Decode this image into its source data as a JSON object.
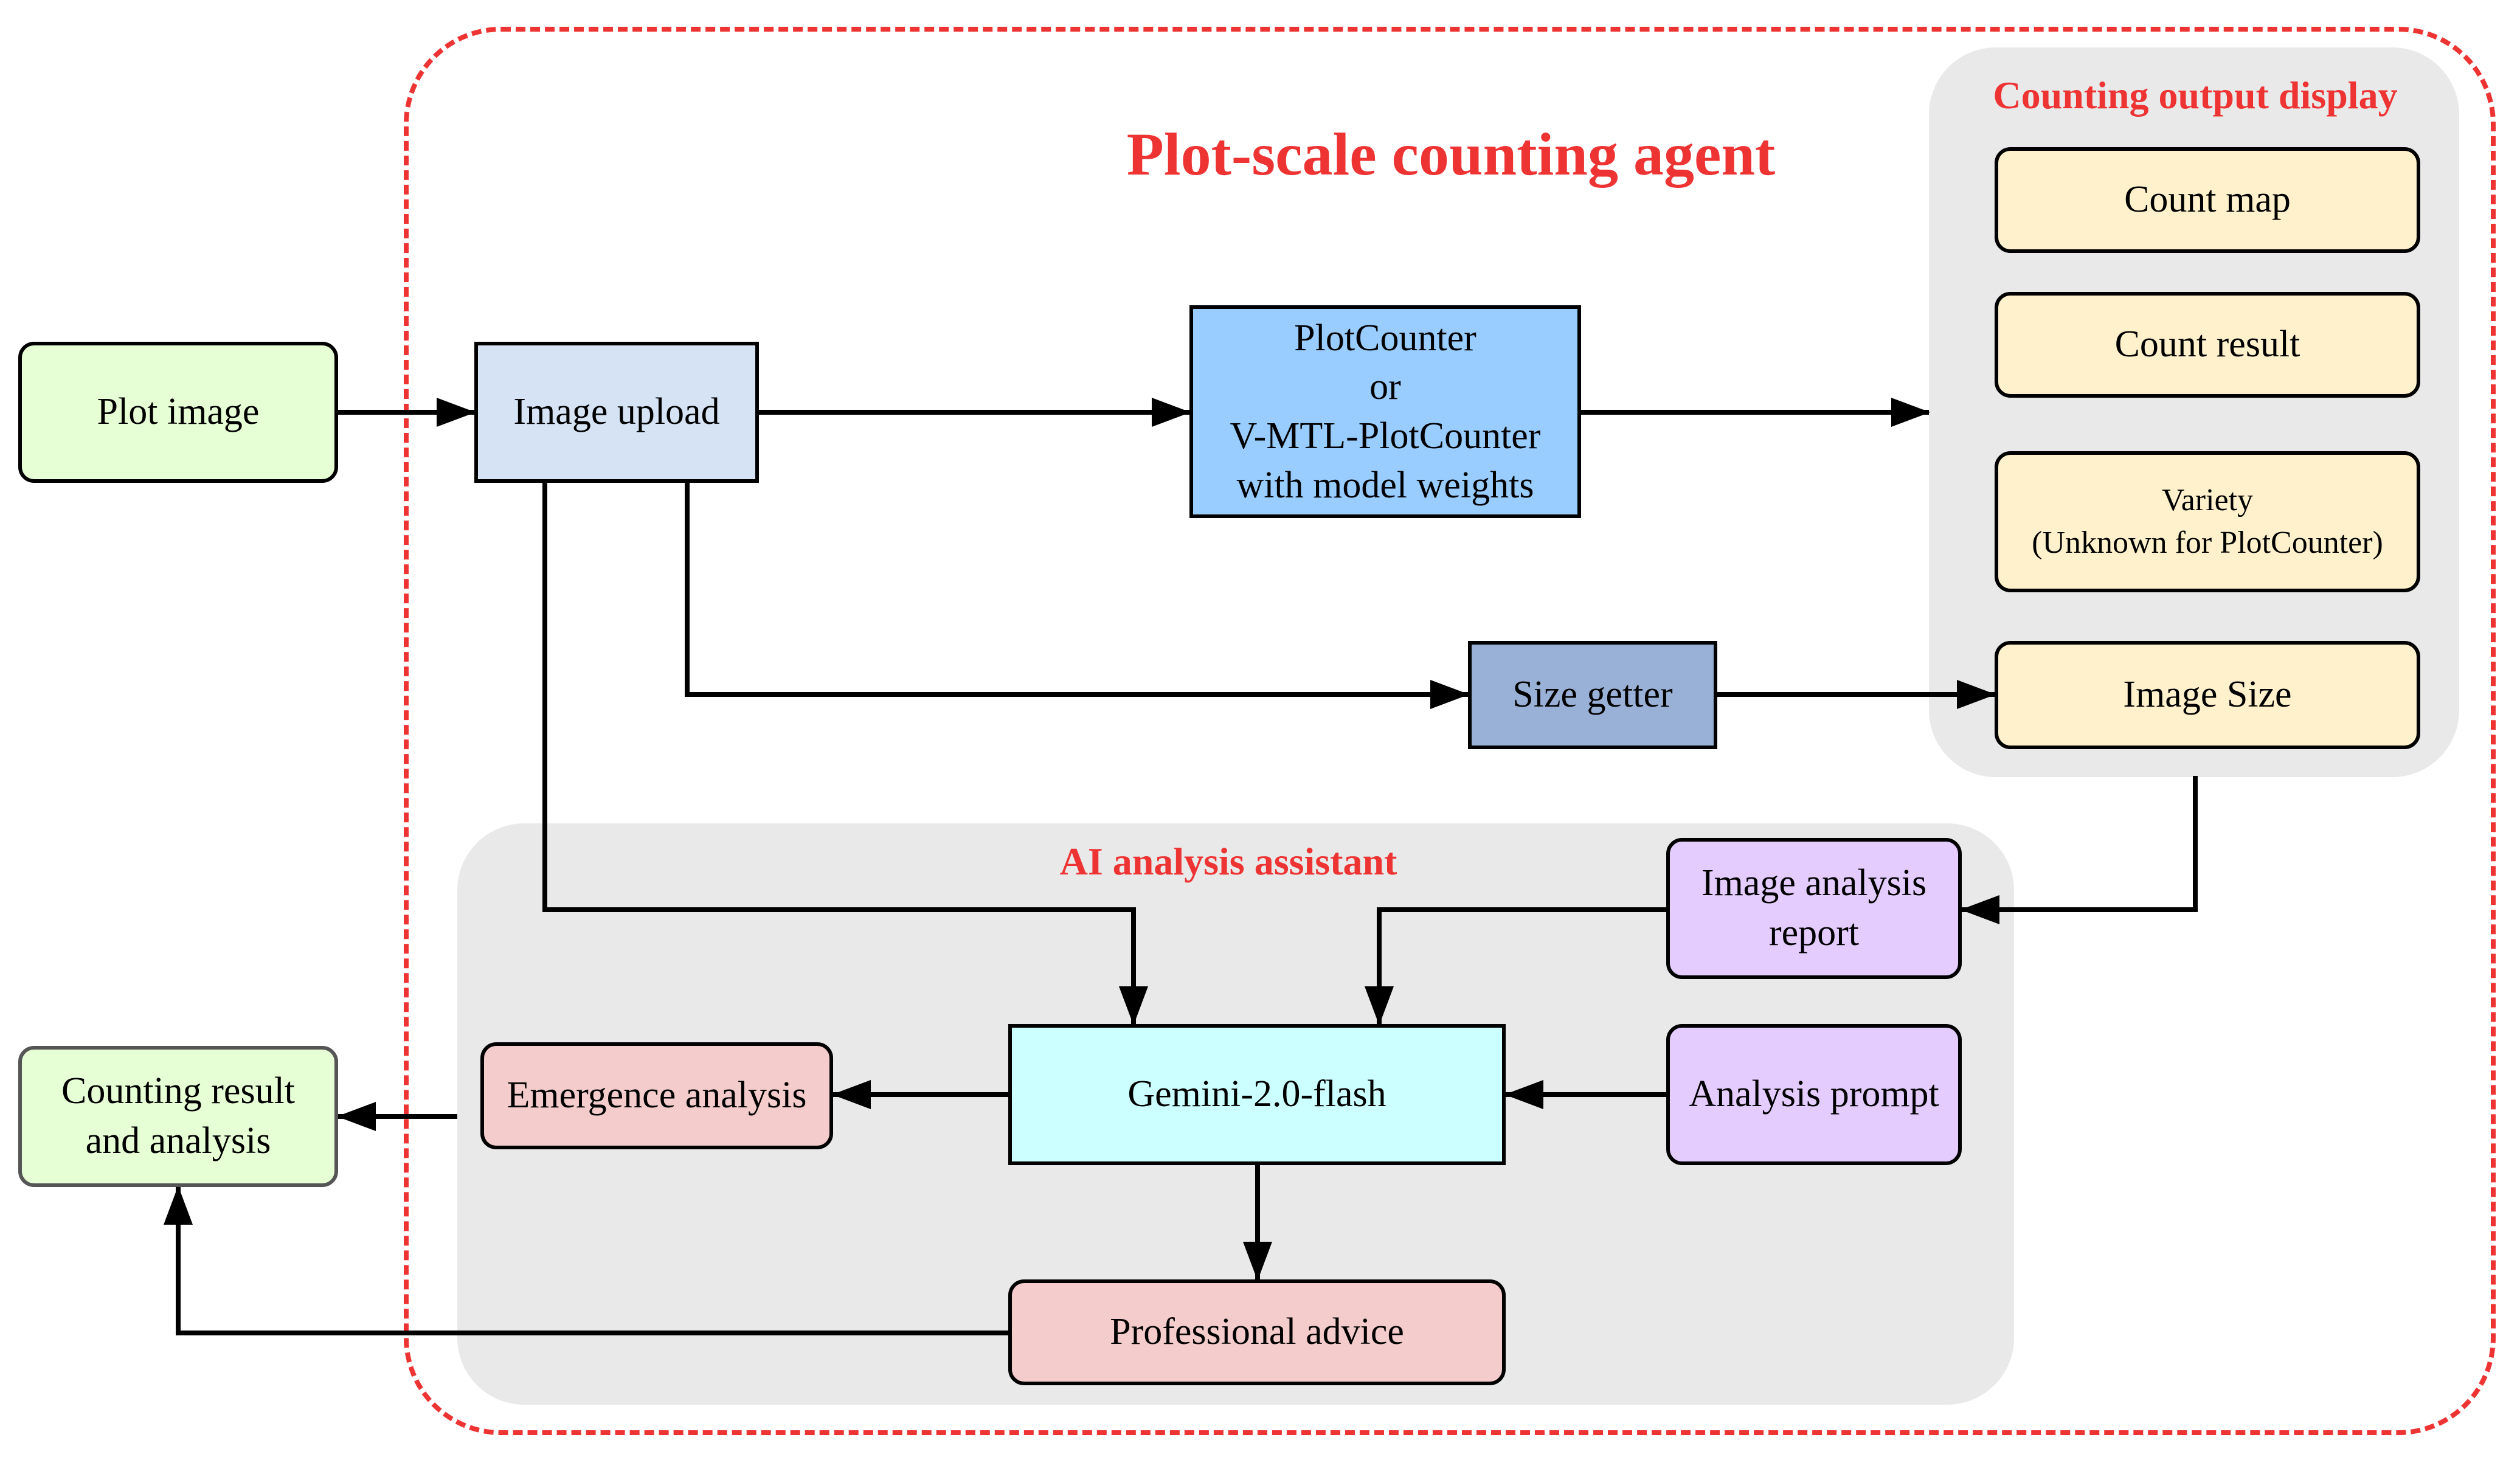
{
  "agent": {
    "title": "Plot-scale counting agent"
  },
  "output_panel": {
    "title": "Counting output display",
    "items": [
      {
        "text": "Count map"
      },
      {
        "text": "Count result"
      },
      {
        "lines": [
          "Variety",
          "(Unknown for PlotCounter)"
        ]
      },
      {
        "text": "Image Size"
      }
    ]
  },
  "assistant_panel": {
    "title": "AI analysis assistant"
  },
  "nodes": {
    "plot_image": "Plot image",
    "image_upload": "Image upload",
    "counter": [
      "PlotCounter",
      "or",
      "V-MTL-PlotCounter",
      "with model weights"
    ],
    "size_getter": "Size getter",
    "image_analysis_report": [
      "Image analysis",
      "report"
    ],
    "analysis_prompt": "Analysis prompt",
    "gemini": "Gemini-2.0-flash",
    "emergence_analysis": "Emergence analysis",
    "professional_advice": "Professional advice",
    "counting_result": [
      "Counting result",
      "and analysis"
    ]
  },
  "colors": {
    "frame_red": "#ee3333",
    "panel_gray": "#e9e9e9",
    "input_green": "#e6ffd4",
    "upload_blue": "#d5e3f5",
    "counter_blue": "#99ccff",
    "size_getter_blue": "#9ab1d7",
    "output_yellow": "#fff1cc",
    "report_purple": "#e4ccff",
    "gemini_cyan": "#ccffff",
    "analysis_pink": "#f4cccc",
    "result_green": "#e6ffd4"
  }
}
